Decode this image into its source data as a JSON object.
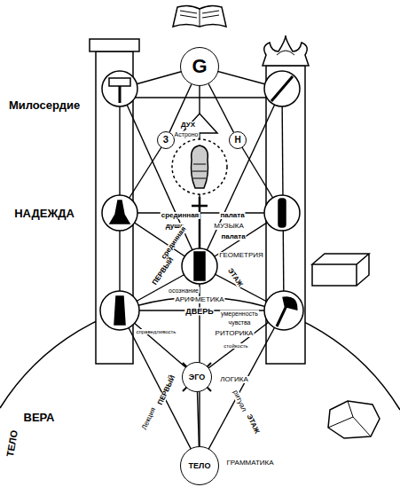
{
  "diagram": {
    "nodes": [
      {
        "text": [
          "G"
        ]
      },
      {
        "text": [
          "З"
        ]
      },
      {
        "text": [
          "Н"
        ]
      },
      {
        "text": [
          "ЭГО"
        ]
      },
      {
        "text": [
          "ТЕЛО"
        ]
      }
    ],
    "edges": [
      {
        "from": 0,
        "to": 1,
        "arrow": "none"
      },
      {
        "from": 0,
        "to": 2,
        "arrow": "none"
      },
      {
        "from": 3,
        "to": 4,
        "arrow": "none"
      }
    ],
    "labels": [
      "Милосердие",
      "НАДЕЖДА",
      "ВЕРА",
      "ТЕЛО",
      "ДУХ",
      "Астроно",
      "срединная",
      "палата",
      "душа",
      "МУЗЫКА",
      "срединная",
      "палата",
      "ГЕОМЕТРИЯ",
      "ПЕРВЫЙ",
      "ЭТАЖ",
      "осознание",
      "АРИФМЕТИКА",
      "ДВЕРЬ",
      "умеренность",
      "чувства",
      "справедливость",
      "РИТОРИКА",
      "стойкость",
      "ЛОГИКА",
      "Лекция",
      "ПЕРВЫЙ",
      "ритуал",
      "ЭТАЖ",
      "ГРАММАТИКА"
    ]
  }
}
